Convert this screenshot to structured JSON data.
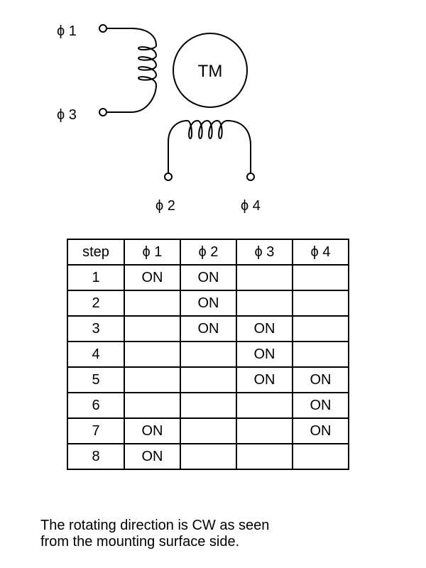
{
  "diagram": {
    "motor_label": "TM",
    "phase_labels": {
      "p1": "ϕ 1",
      "p2": "ϕ 2",
      "p3": "ϕ 3",
      "p4": "ϕ 4"
    }
  },
  "table": {
    "headers": [
      "step",
      "ϕ 1",
      "ϕ 2",
      "ϕ 3",
      "ϕ 4"
    ],
    "rows": [
      [
        "1",
        "ON",
        "ON",
        "",
        ""
      ],
      [
        "2",
        "",
        "ON",
        "",
        ""
      ],
      [
        "3",
        "",
        "ON",
        "ON",
        ""
      ],
      [
        "4",
        "",
        "",
        "ON",
        ""
      ],
      [
        "5",
        "",
        "",
        "ON",
        "ON"
      ],
      [
        "6",
        "",
        "",
        "",
        "ON"
      ],
      [
        "7",
        "ON",
        "",
        "",
        "ON"
      ],
      [
        "8",
        "ON",
        "",
        "",
        ""
      ]
    ]
  },
  "footnote": "The rotating direction is CW as seen\nfrom the mounting surface side."
}
